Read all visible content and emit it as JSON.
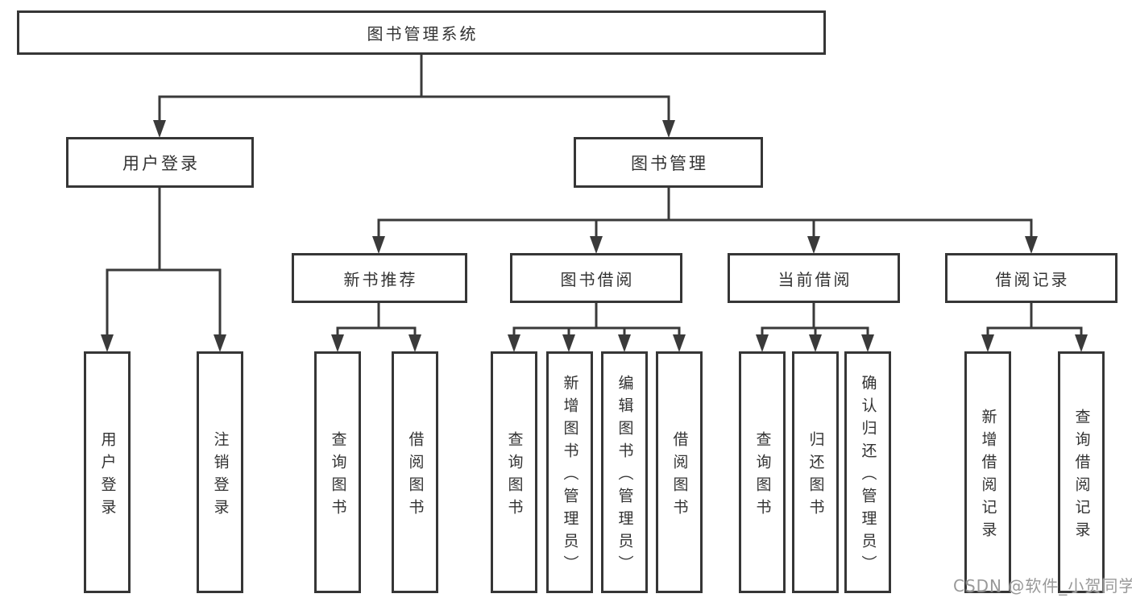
{
  "tree": {
    "root": {
      "label": "图书管理系统"
    },
    "level2": [
      {
        "label": "用户登录"
      },
      {
        "label": "图书管理"
      }
    ],
    "level3": [
      {
        "label": "新书推荐"
      },
      {
        "label": "图书借阅"
      },
      {
        "label": "当前借阅"
      },
      {
        "label": "借阅记录"
      }
    ],
    "leaves": {
      "user_login": [
        {
          "label": "用户登录"
        },
        {
          "label": "注销登录"
        }
      ],
      "new_book": [
        {
          "label": "查询图书"
        },
        {
          "label": "借阅图书"
        }
      ],
      "book_borrow": [
        {
          "label": "查询图书"
        },
        {
          "label": "新增图书（管理员）"
        },
        {
          "label": "编辑图书（管理员）"
        },
        {
          "label": "借阅图书"
        }
      ],
      "current_borrow": [
        {
          "label": "查询图书"
        },
        {
          "label": "归还图书"
        },
        {
          "label": "确认归还（管理员）"
        }
      ],
      "borrow_records": [
        {
          "label": "新增借阅记录"
        },
        {
          "label": "查询借阅记录"
        }
      ]
    }
  },
  "watermark": {
    "text": "CSDN @软件_小贺同学"
  },
  "colors": {
    "line": "#3a3a3a",
    "box_border": "#363636",
    "text": "#333333",
    "watermark": "#999999",
    "background": "#ffffff"
  }
}
